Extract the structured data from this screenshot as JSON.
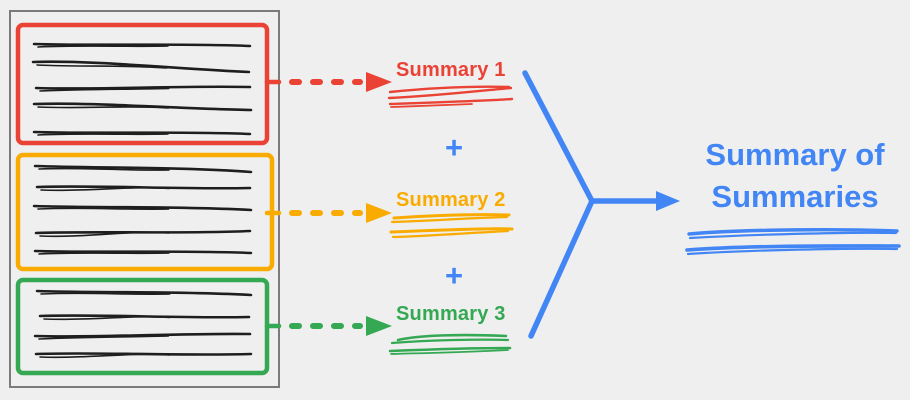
{
  "colors": {
    "background": "#efefef",
    "panel_border": "#7b7b7b",
    "ink": "#1e1e1e",
    "red": "#ea4335",
    "orange": "#f9ab00",
    "green": "#34a853",
    "blue": "#4285f4"
  },
  "document_panel": {
    "sections": [
      {
        "color_name": "red",
        "text_line_count": 5,
        "summary_label": "Summary 1"
      },
      {
        "color_name": "orange",
        "text_line_count": 5,
        "summary_label": "Summary 2"
      },
      {
        "color_name": "green",
        "text_line_count": 4,
        "summary_label": "Summary 3"
      }
    ]
  },
  "operators": {
    "plus": "+"
  },
  "result": {
    "lines": [
      "Summary of",
      "Summaries"
    ]
  }
}
